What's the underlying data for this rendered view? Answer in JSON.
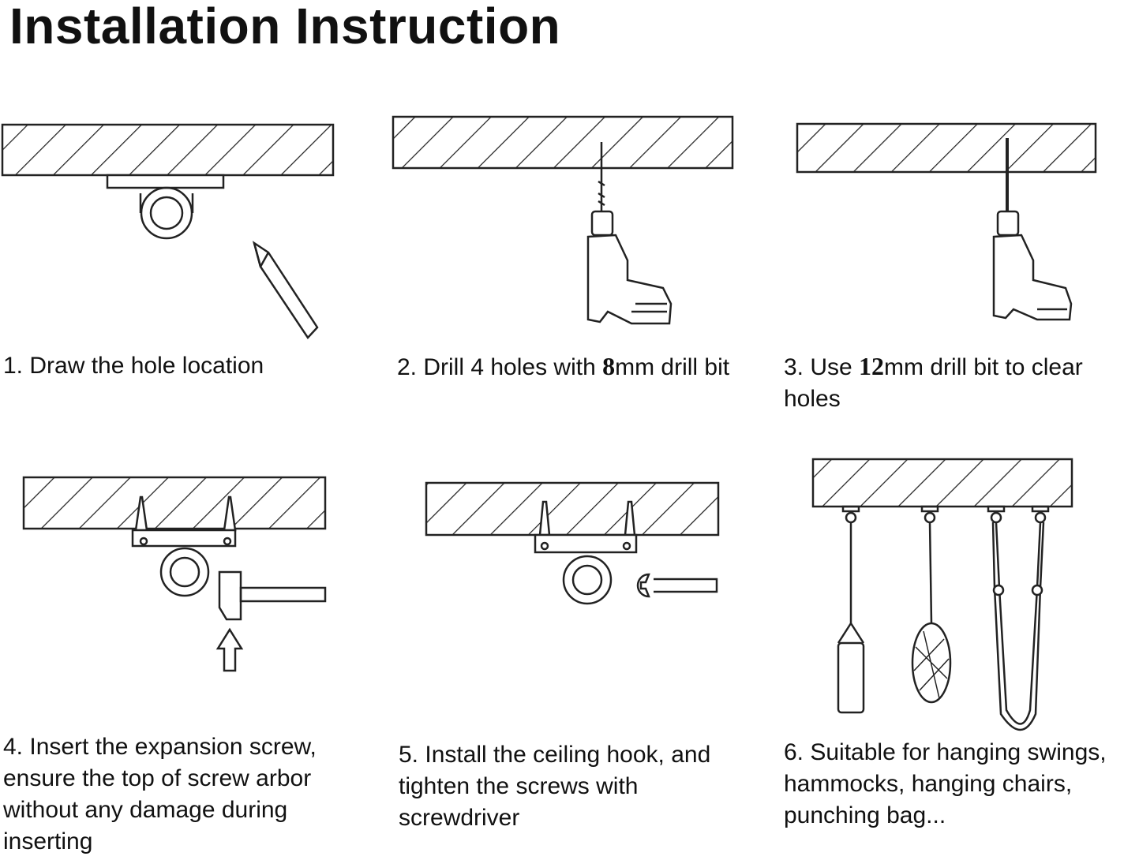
{
  "title": "Installation Instruction",
  "steps": [
    {
      "text": "1. Draw the hole location"
    },
    {
      "pre": "2. Drill 4 holes with ",
      "num": "8",
      "post": "mm drill bit"
    },
    {
      "pre": "3. Use ",
      "num": "12",
      "post": "mm drill bit to clear holes"
    },
    {
      "text": "4. Insert the expansion screw, ensure the top of screw arbor without any damage during inserting"
    },
    {
      "text": "5. Install the ceiling hook, and tighten the screws with screwdriver"
    },
    {
      "text": "6. Suitable for hanging swings, hammocks, hanging chairs, punching bag..."
    }
  ]
}
